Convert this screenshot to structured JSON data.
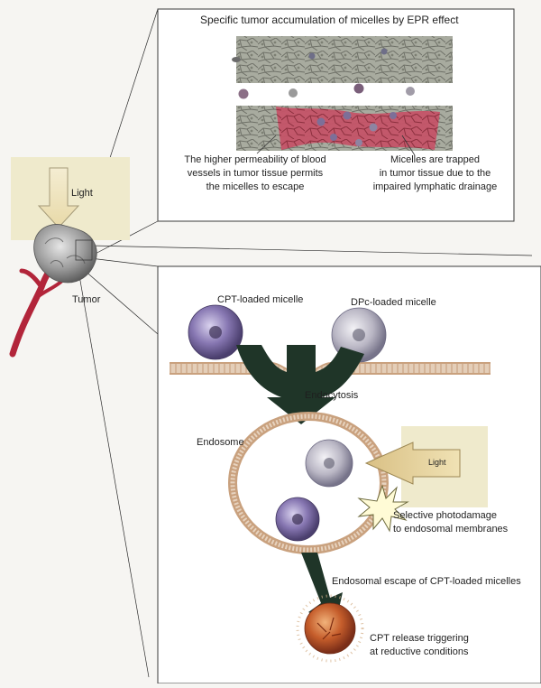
{
  "epr_panel": {
    "title": "Specific tumor accumulation of micelles by EPR effect",
    "left_caption": [
      "The higher permeability of blood",
      "vessels in tumor tissue permits",
      "the micelles to escape"
    ],
    "right_caption": [
      "Micelles are trapped",
      "in tumor tissue due to the",
      "impaired lymphatic drainage"
    ]
  },
  "tumor_panel": {
    "light_label": "Light",
    "tumor_label": "Tumor"
  },
  "cell_panel": {
    "cpt_micelle_label": "CPT-loaded micelle",
    "dpc_micelle_label": "DPc-loaded micelle",
    "endocytosis_label": "Endocytosis",
    "endosome_label": "Endosome",
    "light_label": "Light",
    "photodamage_label": [
      "Selective photodamage",
      "to endosomal membranes"
    ],
    "escape_label": "Endosomal escape of CPT-loaded micelles",
    "release_label": [
      "CPT release triggering",
      "at reductive conditions"
    ]
  },
  "colors": {
    "vessel_red": "#b2253a",
    "arrow_dark": "#1f3528",
    "membrane": "#c9a17e",
    "light_bg": "#efeacc",
    "cpt_micelle": "#7e6fa8",
    "dpc_micelle": "#b8b5c2",
    "released_micelle": "#c0572a"
  },
  "icons": [
    "light-arrow-icon",
    "photodamage-burst-icon",
    "blood-vessel-icon"
  ]
}
